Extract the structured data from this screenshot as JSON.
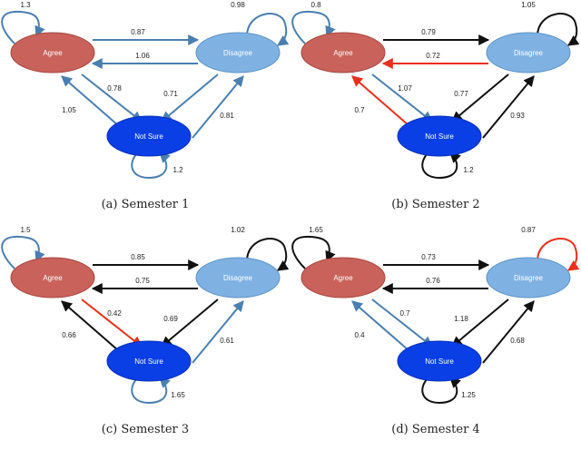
{
  "colors": {
    "blue_edge": "#4a7fb0",
    "black_edge": "#111111",
    "red_edge": "#e8301c",
    "agree_fill": "#c9625a",
    "disagree_fill": "#7fb2e3",
    "notsure_fill": "#0a3fe6"
  },
  "panels": [
    {
      "caption": "(a) Semester 1",
      "nodes": {
        "agree": "Agree",
        "disagree": "Disagree",
        "not_sure": "Not Sure"
      },
      "edges": {
        "agree_self": {
          "label": "1.3",
          "color": "blue"
        },
        "disagree_self": {
          "label": "0.98",
          "color": "blue"
        },
        "notsure_self": {
          "label": "1.2",
          "color": "blue"
        },
        "agree_disagree": {
          "label": "0.87",
          "color": "blue"
        },
        "disagree_agree": {
          "label": "1.06",
          "color": "blue"
        },
        "agree_notsure": {
          "label": "0.78",
          "color": "blue"
        },
        "notsure_agree": {
          "label": "1.05",
          "color": "blue"
        },
        "disagree_notsure": {
          "label": "0.71",
          "color": "blue"
        },
        "notsure_disagree": {
          "label": "0.81",
          "color": "blue"
        }
      }
    },
    {
      "caption": "(b) Semester 2",
      "nodes": {
        "agree": "Agree",
        "disagree": "Disagree",
        "not_sure": "Not Sure"
      },
      "edges": {
        "agree_self": {
          "label": "0.8",
          "color": "blue"
        },
        "disagree_self": {
          "label": "1.05",
          "color": "black"
        },
        "notsure_self": {
          "label": "1.2",
          "color": "black"
        },
        "agree_disagree": {
          "label": "0.79",
          "color": "black"
        },
        "disagree_agree": {
          "label": "0.72",
          "color": "red"
        },
        "agree_notsure": {
          "label": "1.07",
          "color": "blue"
        },
        "notsure_agree": {
          "label": "0.7",
          "color": "red"
        },
        "disagree_notsure": {
          "label": "0.77",
          "color": "black"
        },
        "notsure_disagree": {
          "label": "0.93",
          "color": "black"
        }
      }
    },
    {
      "caption": "(c) Semester 3",
      "nodes": {
        "agree": "Agree",
        "disagree": "Disagree",
        "not_sure": "Not Sure"
      },
      "edges": {
        "agree_self": {
          "label": "1.5",
          "color": "blue"
        },
        "disagree_self": {
          "label": "1.02",
          "color": "black"
        },
        "notsure_self": {
          "label": "1.65",
          "color": "blue"
        },
        "agree_disagree": {
          "label": "0.85",
          "color": "black"
        },
        "disagree_agree": {
          "label": "0.75",
          "color": "black"
        },
        "agree_notsure": {
          "label": "0.42",
          "color": "red"
        },
        "notsure_agree": {
          "label": "0.66",
          "color": "black"
        },
        "disagree_notsure": {
          "label": "0.69",
          "color": "black"
        },
        "notsure_disagree": {
          "label": "0.61",
          "color": "blue"
        }
      }
    },
    {
      "caption": "(d) Semester 4",
      "nodes": {
        "agree": "Agree",
        "disagree": "Disagree",
        "not_sure": "Not Sure"
      },
      "edges": {
        "agree_self": {
          "label": "1.65",
          "color": "black"
        },
        "disagree_self": {
          "label": "0.87",
          "color": "red"
        },
        "notsure_self": {
          "label": "1.25",
          "color": "black"
        },
        "agree_disagree": {
          "label": "0.73",
          "color": "black"
        },
        "disagree_agree": {
          "label": "0.76",
          "color": "black"
        },
        "agree_notsure": {
          "label": "0.7",
          "color": "blue"
        },
        "notsure_agree": {
          "label": "0.4",
          "color": "blue"
        },
        "disagree_notsure": {
          "label": "1.18",
          "color": "black"
        },
        "notsure_disagree": {
          "label": "0.68",
          "color": "black"
        }
      }
    }
  ]
}
